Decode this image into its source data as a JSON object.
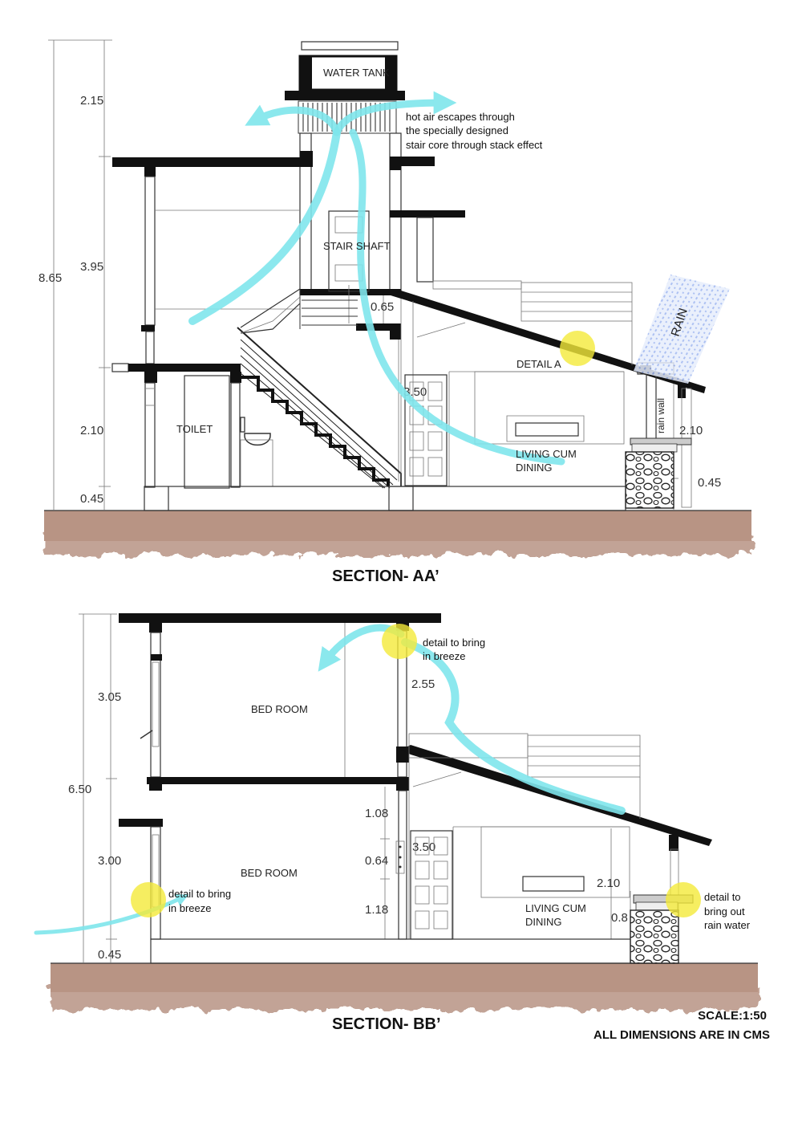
{
  "section_aa": {
    "title": "SECTION- AA’",
    "dims": {
      "d215": "2.15",
      "d395": "3.95",
      "d865": "8.65",
      "d210_left": "2.10",
      "d045_left": "0.45",
      "d065": "0.65",
      "d350": "3.50",
      "d210_right": "2.10",
      "d045_right": "0.45"
    },
    "labels": {
      "water_tank": "WATER TANK",
      "stair_shaft": "STAIR SHAFT",
      "toilet": "TOILET",
      "detail_a": "DETAIL A",
      "living_line1": "LIVING CUM",
      "living_line2": "DINING",
      "rain": "RAIN",
      "rain_wall": "rain wall"
    },
    "note": {
      "line1": "hot air escapes through",
      "line2": "the specially designed",
      "line3": "stair core through stack effect"
    }
  },
  "section_bb": {
    "title": "SECTION- BB’",
    "dims": {
      "d305": "3.05",
      "d650": "6.50",
      "d300": "3.00",
      "d045": "0.45",
      "d255": "2.55",
      "d108": "1.08",
      "d064": "0.64",
      "d118": "1.18",
      "d350": "3.50",
      "d210": "2.10",
      "d08": "0.8"
    },
    "labels": {
      "bed_room_upper": "BED ROOM",
      "bed_room_lower": "BED ROOM",
      "living_line1": "LIVING CUM",
      "living_line2": "DINING"
    },
    "notes": {
      "breeze_top_line1": "detail to bring",
      "breeze_top_line2": "in breeze",
      "breeze_left_line1": "detail to bring",
      "breeze_left_line2": "in breeze",
      "rain_line1": "detail to",
      "rain_line2": "bring out",
      "rain_line3": "rain water"
    }
  },
  "footer": {
    "scale": "SCALE:1:50",
    "units": "ALL DIMENSIONS ARE IN CMS"
  },
  "colors": {
    "airflow": "#7fe6ec",
    "highlight": "#f4ea3a",
    "ground": "#b89484",
    "rain": "#9fb6f0"
  }
}
